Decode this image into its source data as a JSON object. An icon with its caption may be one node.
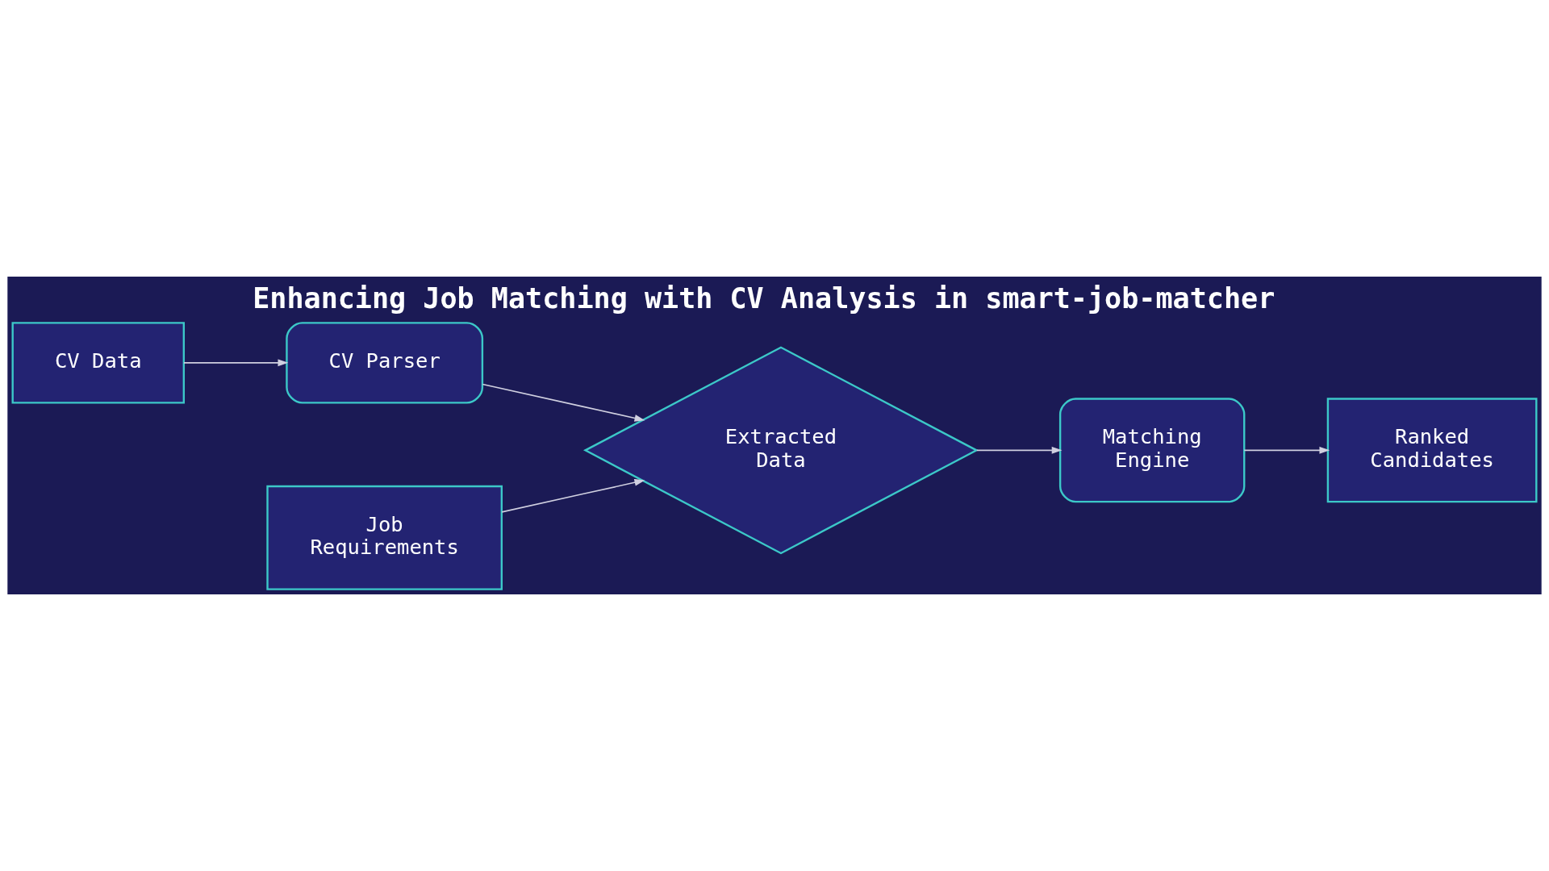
{
  "diagram": {
    "title": "Enhancing Job Matching with CV Analysis in smart-job-matcher",
    "nodes": [
      {
        "text": [
          "CV Data"
        ]
      },
      {
        "text": [
          "CV Parser"
        ]
      },
      {
        "text": [
          "Job Requirements"
        ]
      },
      {
        "text": [
          "Extracted Data"
        ]
      },
      {
        "text": [
          "Matching Engine"
        ]
      },
      {
        "text": [
          "Ranked Candidates"
        ]
      }
    ],
    "edges": [
      {
        "from": 0,
        "to": 1,
        "arrow": "to"
      },
      {
        "from": 1,
        "to": 3,
        "arrow": "to"
      },
      {
        "from": 2,
        "to": 3,
        "arrow": "to"
      },
      {
        "from": 3,
        "to": 4,
        "arrow": "to"
      },
      {
        "from": 4,
        "to": 5,
        "arrow": "to"
      }
    ]
  }
}
